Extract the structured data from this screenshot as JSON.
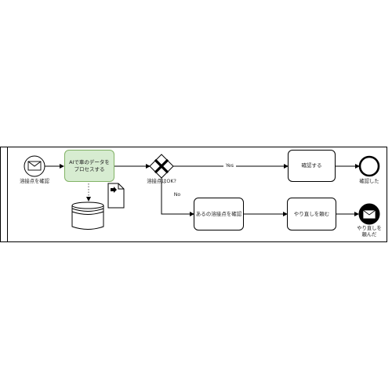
{
  "events": {
    "start_label": "溶接点を確認",
    "end_confirmed_label": "確認した",
    "end_redo_label_1": "やり直しを",
    "end_redo_label_2": "頼んだ"
  },
  "tasks": {
    "ai_process_line1": "AIで車のデータを",
    "ai_process_line2": "プロセスする",
    "confirm": "確認する",
    "check_point": "あるの溶接点を確認",
    "request_redo": "やり直しを頼む"
  },
  "gateway": {
    "label": "溶接点はOK?",
    "yes": "Yes",
    "no": "No"
  },
  "colors": {
    "task_green_fill": "#d7ecd1",
    "task_green_stroke": "#82b366"
  }
}
